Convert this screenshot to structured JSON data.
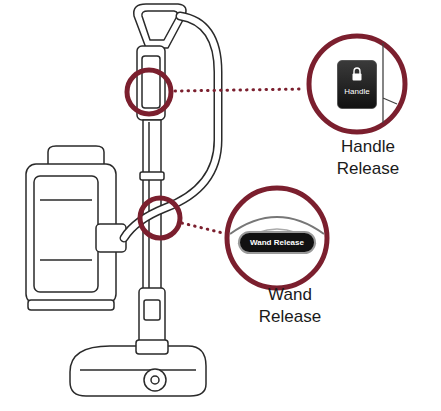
{
  "diagram": {
    "nodes": [
      {
        "text": [
          "Handle"
        ]
      },
      {
        "text": [
          "Wand Release"
        ]
      }
    ],
    "labels": [
      "Handle Release",
      "Wand Release"
    ]
  }
}
